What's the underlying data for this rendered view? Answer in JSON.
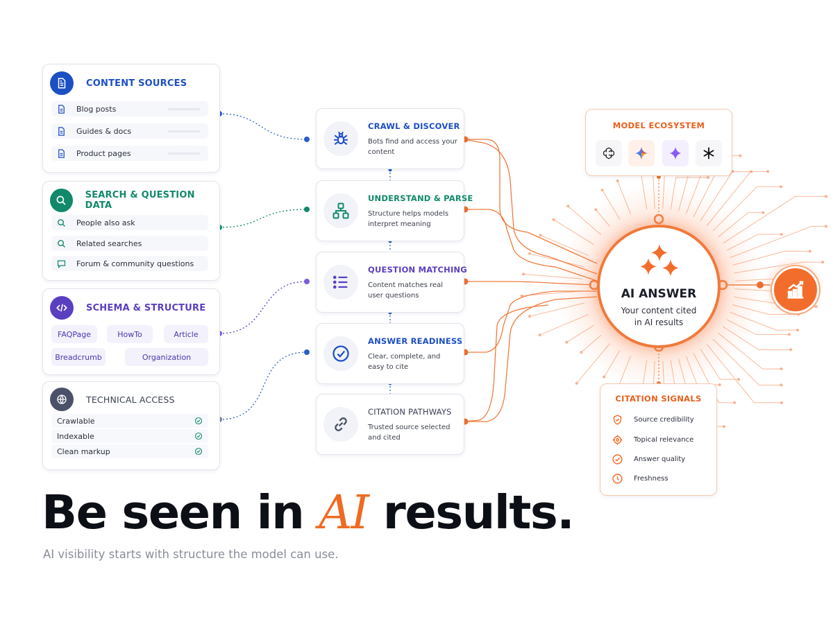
{
  "colors": {
    "accent_orange": "#ef6a23",
    "blue": "#1d4fc4",
    "teal": "#12896b",
    "purple": "#5a3fc0",
    "gray": "#4a5168"
  },
  "content_sources": {
    "title": "CONTENT SOURCES",
    "icon": "document-icon",
    "items": [
      "Blog posts",
      "Guides & docs",
      "Product pages"
    ]
  },
  "search_data": {
    "title": "SEARCH & QUESTION DATA",
    "icon": "search-icon",
    "items": [
      "People also ask",
      "Related searches",
      "Forum & community questions"
    ]
  },
  "schema": {
    "title": "SCHEMA & STRUCTURE",
    "icon": "code-icon",
    "chips": [
      "FAQPage",
      "HowTo",
      "Article",
      "Breadcrumb",
      "Organization"
    ]
  },
  "technical": {
    "title": "TECHNICAL ACCESS",
    "icon": "globe-icon",
    "items": [
      "Crawlable",
      "Indexable",
      "Clean markup"
    ]
  },
  "steps": [
    {
      "title": "CRAWL & DISCOVER",
      "desc": "Bots find and access your content",
      "icon": "spider-icon"
    },
    {
      "title": "UNDERSTAND & PARSE",
      "desc": "Structure helps models interpret meaning",
      "icon": "structure-icon"
    },
    {
      "title": "QUESTION MATCHING",
      "desc": "Content matches real user questions",
      "icon": "list-icon"
    },
    {
      "title": "ANSWER READINESS",
      "desc": "Clear, complete, and easy to cite",
      "icon": "check-circle-icon"
    },
    {
      "title": "CITATION PATHWAYS",
      "desc": "Trusted source selected and cited",
      "icon": "link-icon"
    }
  ],
  "model_ecosystem": {
    "title": "MODEL ECOSYSTEM",
    "models": [
      "openai-icon",
      "gemini-icon",
      "sparkle-icon",
      "asterisk-icon"
    ]
  },
  "hub": {
    "title": "AI ANSWER",
    "subtitle_line1": "Your content cited",
    "subtitle_line2": "in AI results"
  },
  "citation_signals": {
    "title": "CITATION SIGNALS",
    "items": [
      {
        "label": "Source credibility",
        "icon": "shield-check-icon"
      },
      {
        "label": "Topical relevance",
        "icon": "target-icon"
      },
      {
        "label": "Answer quality",
        "icon": "check-circle-icon"
      },
      {
        "label": "Freshness",
        "icon": "clock-icon"
      }
    ]
  },
  "headline": {
    "before": "Be seen in ",
    "highlight": "AI",
    "after": " results."
  },
  "subheadline": "AI visibility starts with structure the model can use."
}
